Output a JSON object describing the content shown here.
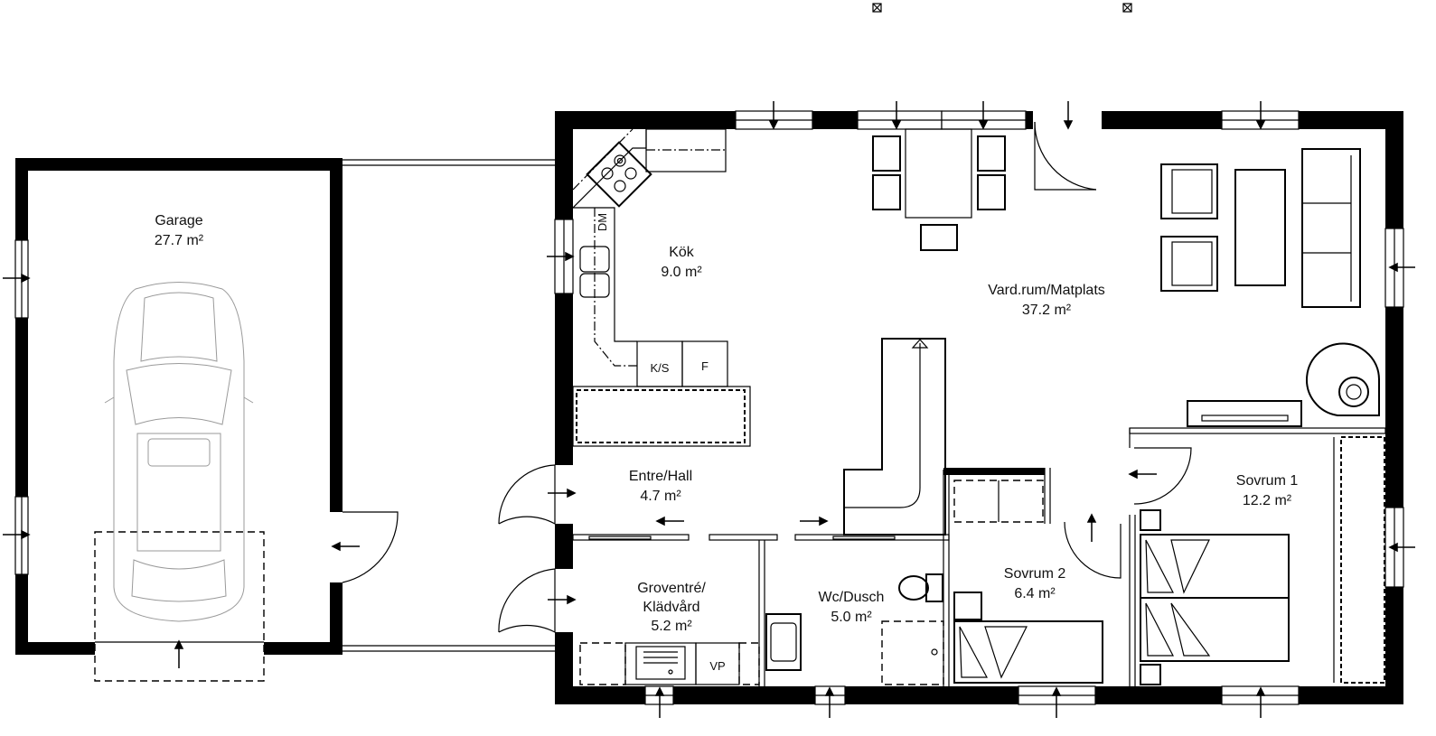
{
  "rooms": [
    {
      "name": "Garage",
      "area": "27.7 m²"
    },
    {
      "name": "Kök",
      "area": "9.0 m²"
    },
    {
      "name": "Vard.rum/Matplats",
      "area": "37.2 m²"
    },
    {
      "name": "Entre/Hall",
      "area": "4.7 m²"
    },
    {
      "name": "Sovrum 1",
      "area": "12.2 m²"
    },
    {
      "name": "Groventré/",
      "name2": "Klädvård",
      "area": "5.2 m²"
    },
    {
      "name": "Wc/Dusch",
      "area": "5.0 m²"
    },
    {
      "name": "Sovrum 2",
      "area": "6.4 m²"
    }
  ],
  "fixtures": {
    "dishwasher": "DM",
    "fridge_freezer": "K/S",
    "freezer": "F",
    "heat_pump": "VP"
  }
}
